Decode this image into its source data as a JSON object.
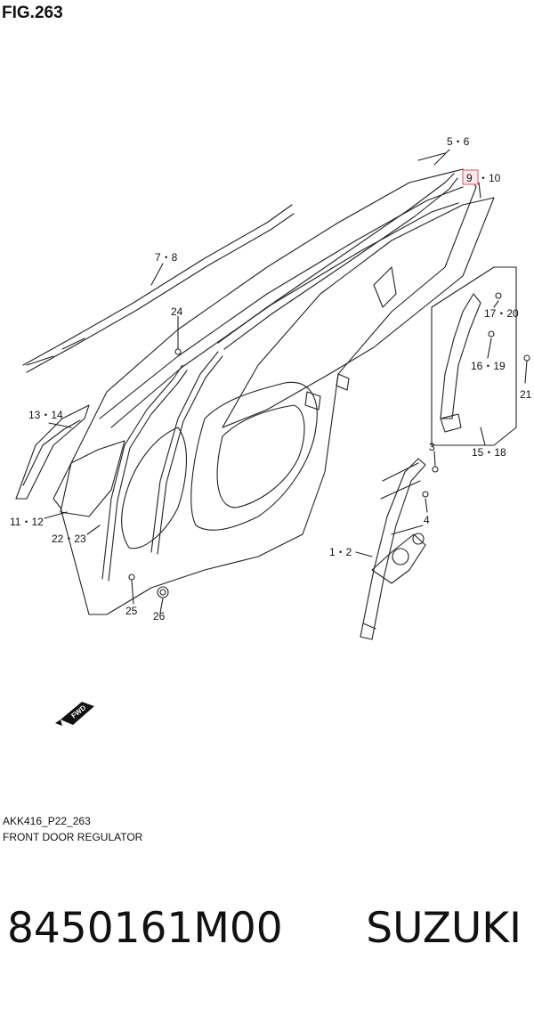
{
  "figure": {
    "title": "FIG.263"
  },
  "callouts": {
    "c56": "5・6",
    "c9": "9",
    "c10": "・10",
    "c78": "7・8",
    "c24": "24",
    "c1720": "17・20",
    "c1619": "16・19",
    "c21": "21",
    "c1314": "13・14",
    "c1518": "15・18",
    "c3": "3",
    "c4": "4",
    "c1112": "11・12",
    "c2223": "22・23",
    "c12": "1・2",
    "c25": "25",
    "c26": "26"
  },
  "fwd_badge": "FWD",
  "caption": {
    "code": "AKK416_P22_263",
    "description": "FRONT DOOR REGULATOR"
  },
  "product": {
    "part_number": "8450161M00",
    "brand": "SUZUKI"
  },
  "colors": {
    "highlight_box": "#e0707a",
    "highlight_fill": "#fde8ea",
    "line": "#222222"
  }
}
